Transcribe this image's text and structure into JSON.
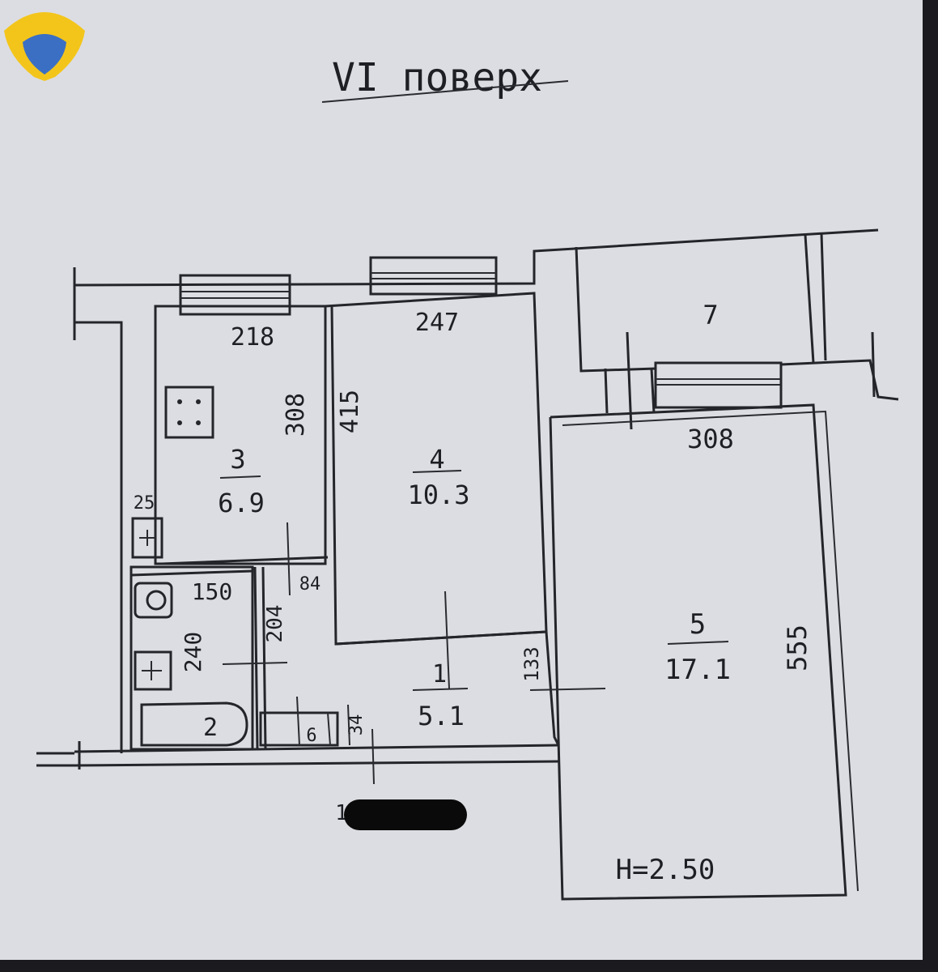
{
  "title": "VI поверх",
  "colors": {
    "paper": "#dcdde2",
    "ink": "#24252b",
    "logo_yellow": "#f3c51b",
    "logo_blue": "#3a6fc4"
  },
  "rooms": [
    {
      "id": "kitchen",
      "number": "3",
      "area": "6.9",
      "width": "218",
      "depth": "308"
    },
    {
      "id": "room4",
      "number": "4",
      "area": "10.3",
      "width": "247",
      "depth": "415"
    },
    {
      "id": "room5",
      "number": "5",
      "area": "17.1",
      "width": "308",
      "depth": "555"
    },
    {
      "id": "hall",
      "number": "1",
      "area": "5.1"
    },
    {
      "id": "bathroom",
      "number": "2",
      "width": "150",
      "depth": "240"
    },
    {
      "id": "balcony",
      "number": "7"
    }
  ],
  "dimensions": {
    "vent": "25",
    "corridor_len": "204",
    "door_gap": "84",
    "hall_side": "133",
    "closet_small": "6",
    "closet_depth": "34",
    "bottom_label": "1"
  },
  "height_label": "H=2.50"
}
